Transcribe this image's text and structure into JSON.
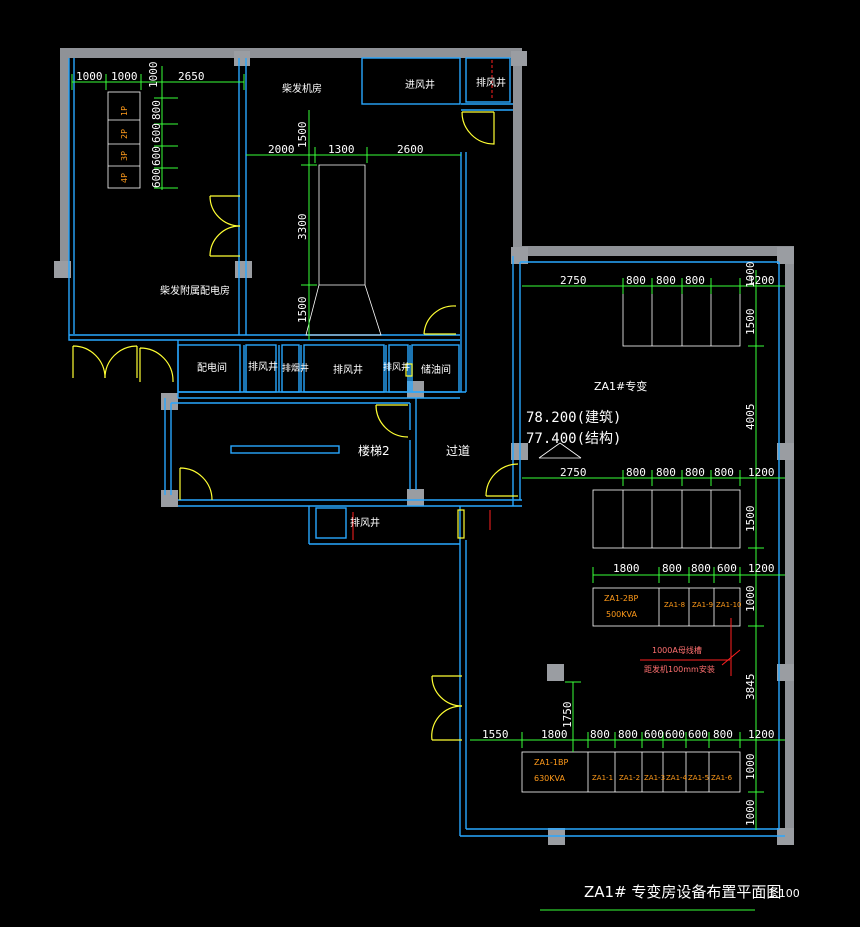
{
  "drawing": {
    "title": "ZA1# 专变房设备布置平面图",
    "scale": "1:100",
    "elevation_arch": "78.200(建筑)",
    "elevation_struct": "77.400(结构)"
  },
  "rooms": {
    "left_room": "柴发附属配电房",
    "generator_room": "柴发机房",
    "intake_shaft": "进风井",
    "exhaust_shaft_top": "排风井",
    "power_room": "配电间",
    "exhaust_shaft_1": "排风井",
    "smoke_shaft": "排烟井",
    "exhaust_shaft_2": "排风井",
    "exhaust_shaft_3": "排风井",
    "oil_room": "储油间",
    "stair": "楼梯2",
    "corridor": "过道",
    "exhaust_shaft_bottom": "排风井",
    "za1_room": "ZA1#专变"
  },
  "cabinets_left": [
    "1P",
    "2P",
    "3P",
    "4P"
  ],
  "equipment": {
    "transformer2_name": "ZA1-2BP",
    "transformer2_kva": "500KVA",
    "panels2": [
      "ZA1-8",
      "ZA1-9",
      "ZA1-10"
    ],
    "transformer1_name": "ZA1-1BP",
    "transformer1_kva": "630KVA",
    "panels1": [
      "ZA1-1",
      "ZA1-2",
      "ZA1-3",
      "ZA1-4",
      "ZA1-5",
      "ZA1-6"
    ],
    "busway_note1": "1000A母线槽",
    "busway_note2": "距发机100mm安装"
  },
  "dims": {
    "top_left": [
      "1000",
      "1000",
      "1000",
      "2650"
    ],
    "left_vertical": [
      "800",
      "600",
      "600",
      "600"
    ],
    "gen_horizontal": [
      "2000",
      "1300",
      "2600"
    ],
    "gen_vertical": [
      "1500",
      "3300",
      "1500"
    ],
    "za_row1": [
      "2750",
      "800",
      "800",
      "800",
      "1000",
      "1200"
    ],
    "za_v1": "1500",
    "za_v2": "4005",
    "za_row2": [
      "2750",
      "800",
      "800",
      "800",
      "800",
      "1200"
    ],
    "za_v3": "1500",
    "za_row3": [
      "1800",
      "800",
      "800",
      "600",
      "1200"
    ],
    "za_v4": "1000",
    "za_v5": "3845",
    "za_v6": "1750",
    "za_row4": [
      "1550",
      "1800",
      "800",
      "800",
      "600",
      "600",
      "600",
      "800",
      "1200"
    ],
    "za_v7": "1000",
    "za_v8": "1000"
  },
  "colors": {
    "background": "#000000",
    "wall": "#8f9297",
    "inner_line": "#29a7ff",
    "dimension": "#39ff39",
    "door": "#ffff33",
    "equipment_label": "#ff9a1a",
    "busway": "#ff2020"
  }
}
